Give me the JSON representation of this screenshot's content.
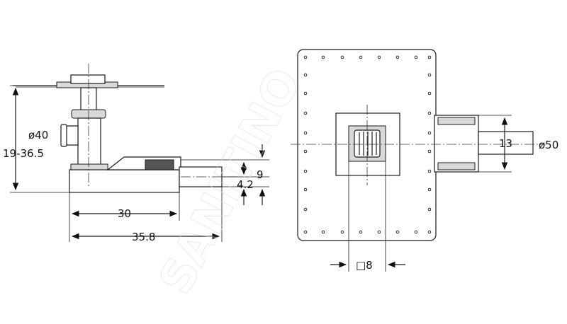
{
  "watermark": "SANITINO",
  "side_view": {
    "dimensions": {
      "outlet_diameter": "ø40",
      "height_range": "19-36.5",
      "body_length": "30",
      "total_length": "35.8",
      "upper_height": "9",
      "lower_height": "4.2"
    }
  },
  "top_view": {
    "dimensions": {
      "outlet_width": "13",
      "outlet_diameter": "ø50",
      "grate_size": "□8"
    }
  }
}
